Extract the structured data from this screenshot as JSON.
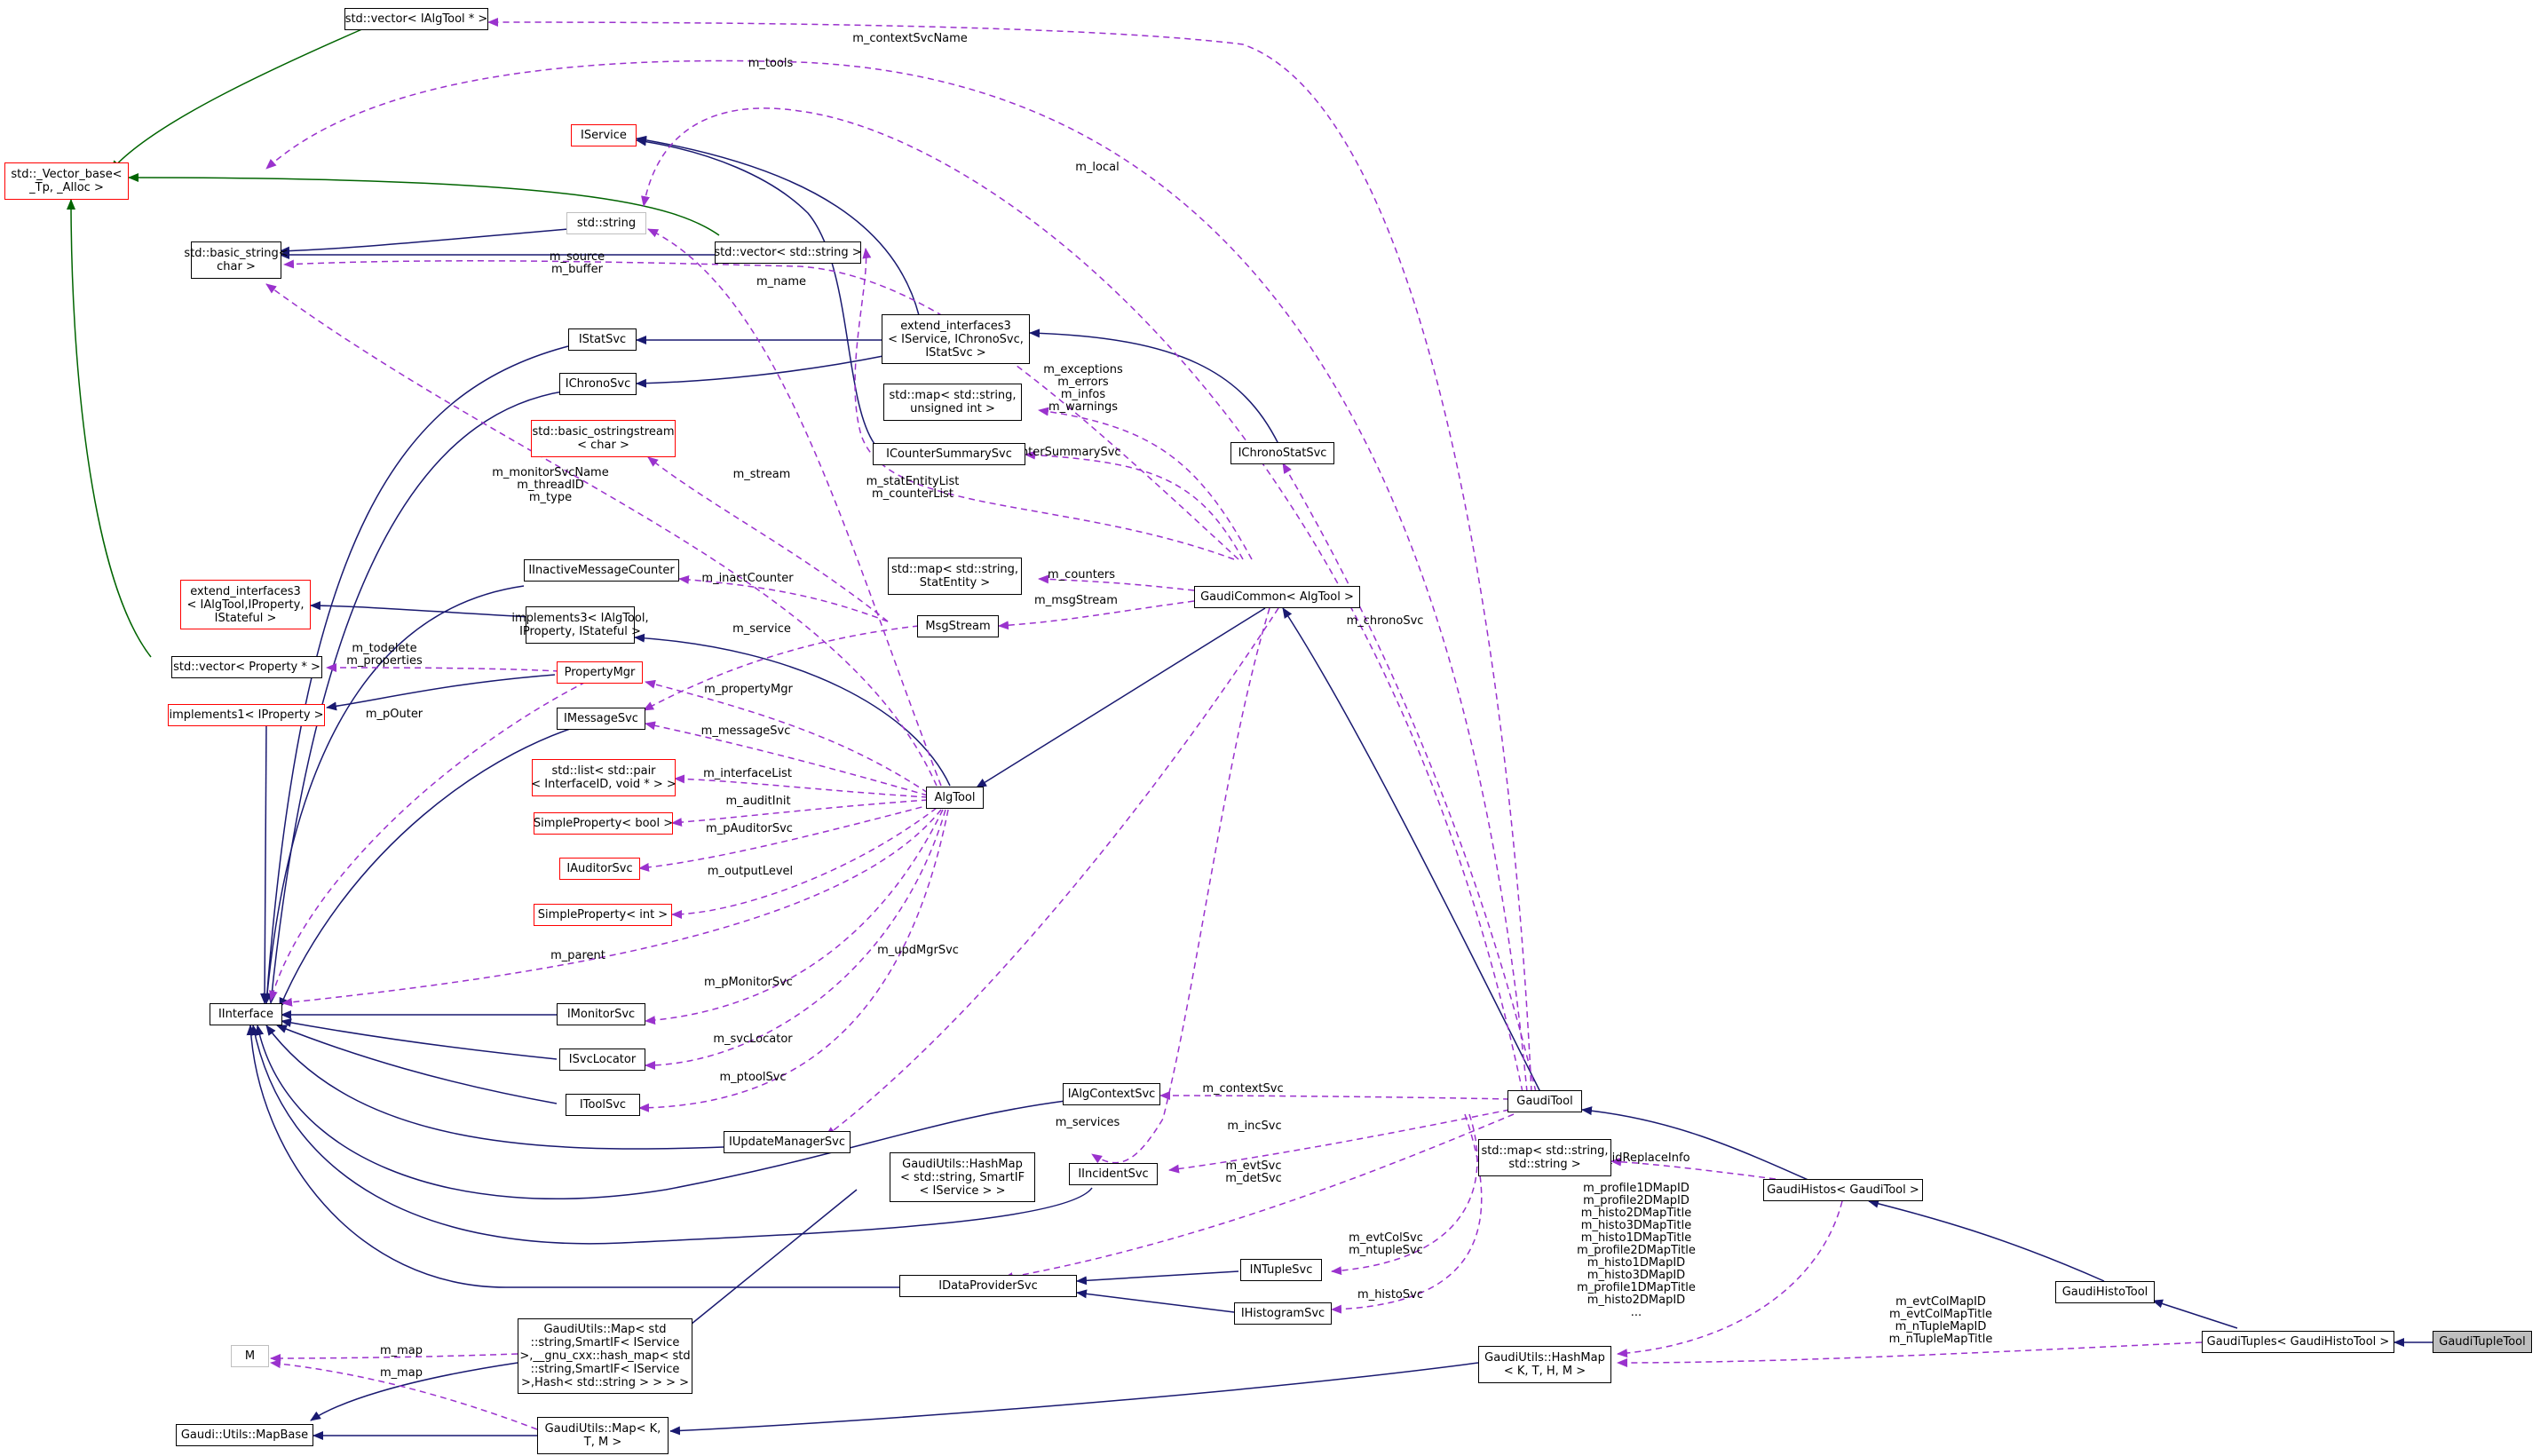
{
  "colors": {
    "inherit_navy": "#191970",
    "inherit_green": "#006400",
    "usage_purple": "#9a32cd",
    "border_red": "#ff0000",
    "border_grey": "#bfbfbf",
    "selected_fill": "#bfbfbf"
  },
  "nodes": {
    "vec_ialgtool": "std::vector< IAlgTool * >",
    "vector_base": "std::_Vector_base<\n_Tp, _Alloc >",
    "iservice": "IService",
    "std_string": "std::string",
    "basic_string": "std::basic_string<\nchar >",
    "vec_string": "std::vector< std::string >",
    "extend_interfaces3_svc": "extend_interfaces3\n< IService, IChronoSvc,\nIStatSvc >",
    "istatsvc": "IStatSvc",
    "ichronosvc": "IChronoSvc",
    "map_string_uint": "std::map< std::string,\nunsigned int >",
    "icountersummarysvc": "ICounterSummarySvc",
    "ichronostatsvc": "IChronoStatSvc",
    "basic_ostringstream": "std::basic_ostringstream\n< char >",
    "iinactivemessagecounter": "IInactiveMessageCounter",
    "map_string_statentity": "std::map< std::string,\nStatEntity >",
    "gaudicommon": "GaudiCommon< AlgTool >",
    "extend_interfaces3_algtool": "extend_interfaces3\n< IAlgTool,IProperty,\nIStateful >",
    "implements3": "implements3< IAlgTool,\nIProperty, IStateful >",
    "msgstream": "MsgStream",
    "vec_property": "std::vector< Property * >",
    "propertymgr": "PropertyMgr",
    "implements1": "implements1< IProperty >",
    "imessagesvc": "IMessageSvc",
    "list_pair": "std::list< std::pair\n< InterfaceID, void * > >",
    "algtool": "AlgTool",
    "simpleproperty_bool": "SimpleProperty< bool >",
    "iauditorsvc": "IAuditorSvc",
    "simpleproperty_int": "SimpleProperty< int >",
    "iinterface": "IInterface",
    "imonitorsvc": "IMonitorSvc",
    "isvclocator": "ISvcLocator",
    "itoolsvc": "IToolSvc",
    "ialgcontextsvc": "IAlgContextSvc",
    "gauditool": "GaudiTool",
    "iupdatemanagersvc": "IUpdateManagerSvc",
    "hashmap_string": "GaudiUtils::HashMap\n< std::string, SmartIF\n< IService > >",
    "iincidentsvc": "IIncidentSvc",
    "map_string_string": "std::map< std::string,\nstd::string >",
    "gaudihistos": "GaudiHistos< GaudiTool >",
    "intuplesvc": "INTupleSvc",
    "idataprovidersvc": "IDataProviderSvc",
    "ihistogramsvc": "IHistogramSvc",
    "gaudihistotool": "GaudiHistoTool",
    "m_node": "M",
    "map_complex": "GaudiUtils::Map< std\n::string,SmartIF< IService\n>,__gnu_cxx::hash_map< std\n::string,SmartIF< IService\n>,Hash< std::string > > > >",
    "hashmap_kthm": "GaudiUtils::HashMap\n< K, T, H, M >",
    "gaudituples": "GaudiTuples< GaudiHistoTool >",
    "gaudituple_tool": "GaudiTupleTool",
    "mapbase": "Gaudi::Utils::MapBase",
    "gaudiutils_map": "GaudiUtils::Map< K,\nT, M >"
  },
  "edge_labels": {
    "m_contextSvcName": "m_contextSvcName",
    "m_tools": "m_tools",
    "m_local": "m_local",
    "m_source_buffer": "m_source\nm_buffer",
    "m_name": "m_name",
    "m_exceptions": "m_exceptions\nm_errors\nm_infos\nm_warnings",
    "m_counterSummarySvc": "m_counterSummarySvc",
    "m_stream": "m_stream",
    "m_monitorSvcName": "m_monitorSvcName\nm_threadID\nm_type",
    "m_statEntityList": "m_statEntityList\nm_counterList",
    "m_inactCounter": "m_inactCounter",
    "m_counters": "m_counters",
    "m_msgStream": "m_msgStream",
    "m_service": "m_service",
    "m_chronoSvc": "m_chronoSvc",
    "m_todelete": "m_todelete\nm_properties",
    "m_pOuter": "m_pOuter",
    "m_propertyMgr": "m_propertyMgr",
    "m_messageSvc": "m_messageSvc",
    "m_interfaceList": "m_interfaceList",
    "m_auditInit": "m_auditInit",
    "m_pAuditorSvc": "m_pAuditorSvc",
    "m_outputLevel": "m_outputLevel",
    "m_updMgrSvc": "m_updMgrSvc",
    "m_parent": "m_parent",
    "m_pMonitorSvc": "m_pMonitorSvc",
    "m_svcLocator": "m_svcLocator",
    "m_ptoolSvc": "m_ptoolSvc",
    "m_contextSvc": "m_contextSvc",
    "m_services": "m_services",
    "m_incSvc": "m_incSvc",
    "m_evtSvc": "m_evtSvc\nm_detSvc",
    "m_idReplaceInfo": "m_idReplaceInfo",
    "m_histomaps": "m_profile1DMapID\nm_profile2DMapID\nm_histo2DMapTitle\nm_histo3DMapTitle\nm_histo1DMapTitle\nm_profile2DMapTitle\nm_histo1DMapID\nm_histo3DMapID\nm_profile1DMapTitle\nm_histo2DMapID\n...",
    "m_evtColSvc": "m_evtColSvc\nm_ntupleSvc",
    "m_histoSvc": "m_histoSvc",
    "m_tuplemaps": "m_evtColMapID\nm_evtColMapTitle\nm_nTupleMapID\nm_nTupleMapTitle",
    "m_map_1": "m_map",
    "m_map_2": "m_map"
  }
}
